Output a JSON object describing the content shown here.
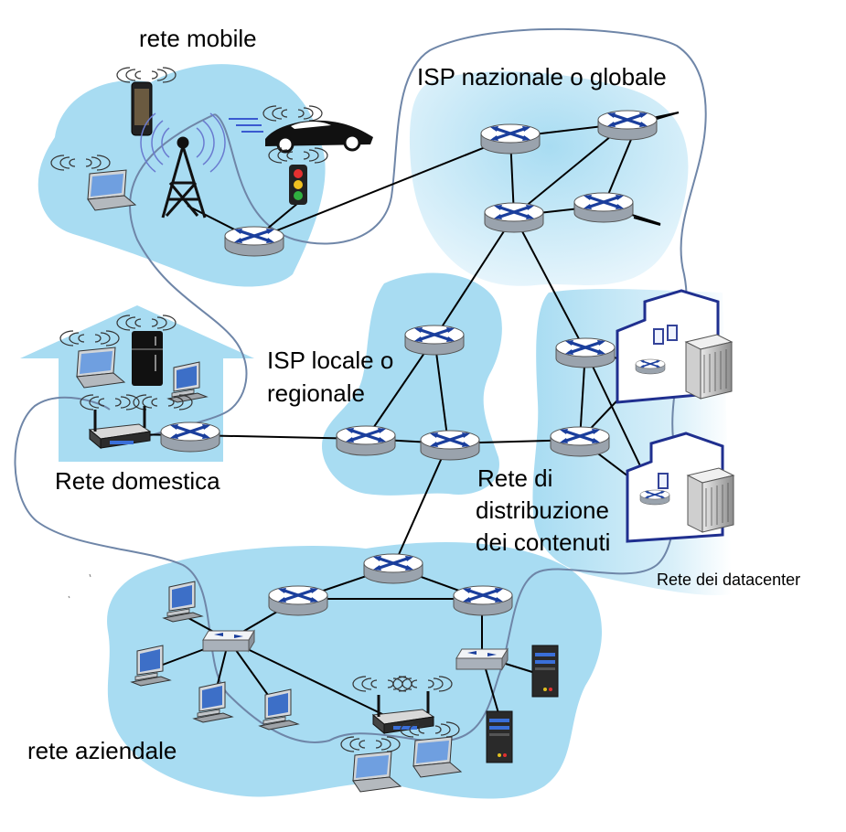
{
  "labels": {
    "mobile": "rete mobile",
    "isp_global": "ISP nazionale o globale",
    "isp_local_1": "ISP locale o",
    "isp_local_2": "regionale",
    "home": "Rete domestica",
    "cdn_1": "Rete di",
    "cdn_2": "distribuzione",
    "cdn_3": "dei contenuti",
    "datacenter": "Rete dei datacenter",
    "enterprise": "rete aziendale"
  },
  "colors": {
    "region_fill": "#a8dcf2",
    "router_top": "#ffffff",
    "router_side": "#9aa3ad",
    "router_arrow": "#1a3e9c",
    "link": "#000000",
    "boundary": "#6f86a8",
    "building": "#1f2f8f"
  },
  "icons": [
    "router-icon",
    "switch-icon",
    "wifi-router-icon",
    "laptop-icon",
    "desktop-icon",
    "server-icon",
    "cell-tower-icon",
    "smartphone-icon",
    "car-icon",
    "traffic-light-icon",
    "fridge-icon",
    "building-icon"
  ]
}
